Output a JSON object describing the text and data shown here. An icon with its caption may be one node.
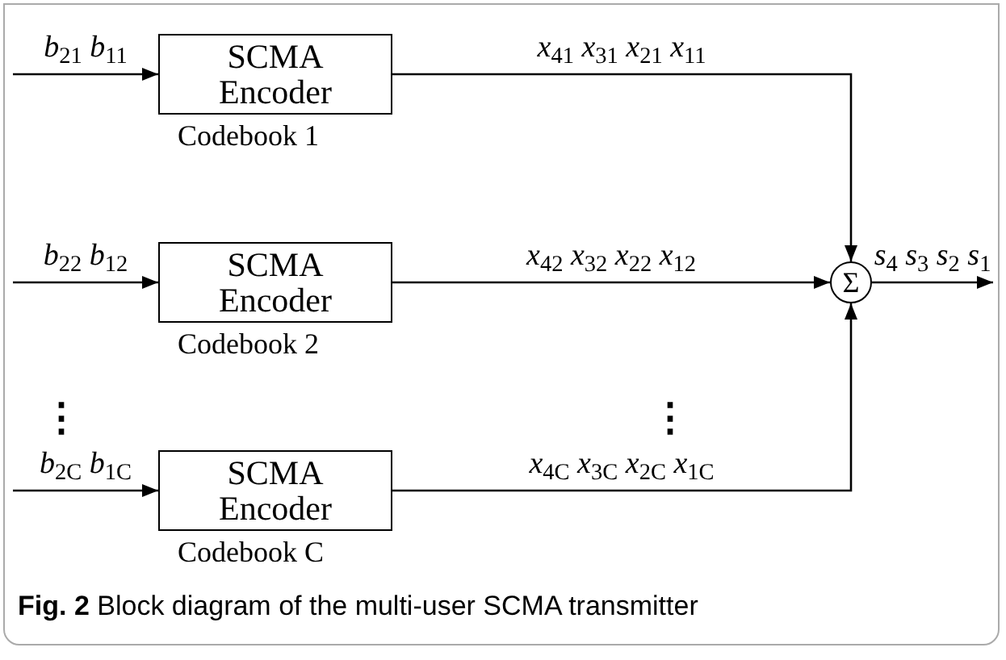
{
  "diagram": {
    "caption": "**Fig. 2** Block diagram of the multi-user SCMA transmitter",
    "nodes": [
      {
        "text": [
          "SCMA Encoder"
        ],
        "beside": [
          "Codebook 1"
        ]
      },
      {
        "text": [
          "SCMA Encoder"
        ],
        "beside": [
          "Codebook 2"
        ]
      },
      {
        "text": [
          "SCMA Encoder"
        ],
        "beside": [
          "Codebook C"
        ]
      },
      {
        "text": [
          "Σ"
        ]
      }
    ],
    "edges": [
      {
        "from": null,
        "to": 0,
        "arrow": "to",
        "label": "*b*$_{21}$ *b*$_{11}$"
      },
      {
        "from": null,
        "to": 1,
        "arrow": "to",
        "label": "*b*$_{22}$ *b*$_{12}$"
      },
      {
        "from": null,
        "to": 2,
        "arrow": "to",
        "label": "*b*$_{2C}$ *b*$_{1C}$"
      },
      {
        "from": 0,
        "to": 3,
        "arrow": "to",
        "label": "*x*$_{41}$ *x*$_{31}$ *x*$_{21}$ *x*$_{11}$"
      },
      {
        "from": 1,
        "to": 3,
        "arrow": "to",
        "label": "*x*$_{42}$ *x*$_{32}$ *x*$_{22}$ *x*$_{12}$"
      },
      {
        "from": 2,
        "to": 3,
        "arrow": "to",
        "label": "*x*$_{4C}$ *x*$_{3C}$ *x*$_{2C}$ *x*$_{1C}$"
      },
      {
        "from": 3,
        "to": null,
        "arrow": "to",
        "label": "*s*$_{4}$ *s*$_{3}$ *s*$_{2}$ *s*$_{1}$"
      }
    ],
    "labels": [
      "⋮",
      "⋮"
    ]
  }
}
